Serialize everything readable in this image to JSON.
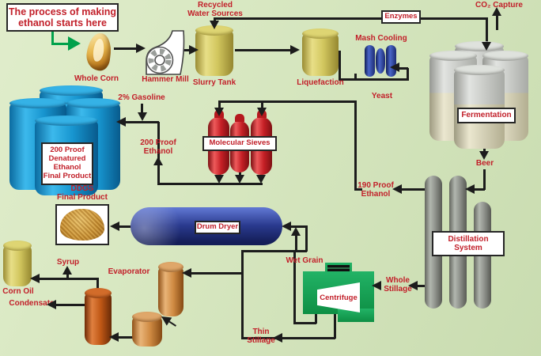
{
  "title": "The process of making\nethanol starts here",
  "labels": {
    "recycled_water": "Recycled\nWater Sources",
    "whole_corn": "Whole Corn",
    "hammer_mill": "Hammer Mill",
    "slurry_tank": "Slurry Tank",
    "liquefaction": "Liquefaction",
    "enzymes": "Enzymes",
    "co2_capture": "CO₂ Capture",
    "mash_cooling": "Mash Cooling",
    "yeast": "Yeast",
    "fermentation": "Fermentation",
    "beer": "Beer",
    "gasoline": "2% Gasoline",
    "ethanol_200": "200 Proof\nEthanol",
    "molecular_sieves": "Molecular Sieves",
    "ethanol_190": "190 Proof\nEthanol",
    "denatured_product": "200 Proof\nDenatured\nEthanol\nFinal Product",
    "distillation": "Distillation\nSystem",
    "ddgs": "DDGS\nFinal Product",
    "drum_dryer": "Drum Dryer",
    "wet_grain": "Wet Grain",
    "whole_stillage": "Whole\nStillage",
    "centrifuge": "Centrifuge",
    "thin_stillage": "Thin\nStillage",
    "syrup": "Syrup",
    "corn_oil": "Corn Oil",
    "condensate": "Condensate",
    "evaporator": "Evaporator"
  },
  "colors": {
    "label_red": "#c2202a",
    "line_black": "#1c1c1c",
    "start_arrow_green": "#00a14b",
    "tank_blue": "#1b9cd8",
    "sieve_red": "#c41f25",
    "drum_navy": "#27357e",
    "centrifuge_green": "#13a45a",
    "vessel_yellow": "#d6cb67",
    "evaporator_orange": "#cf8a42",
    "evaporator_rust": "#bf5715",
    "column_gray": "#8d908a",
    "ferment_silver": "#d0d3ce",
    "ferment_tan": "#ded8b2",
    "background_green": "#d6e6bf"
  }
}
